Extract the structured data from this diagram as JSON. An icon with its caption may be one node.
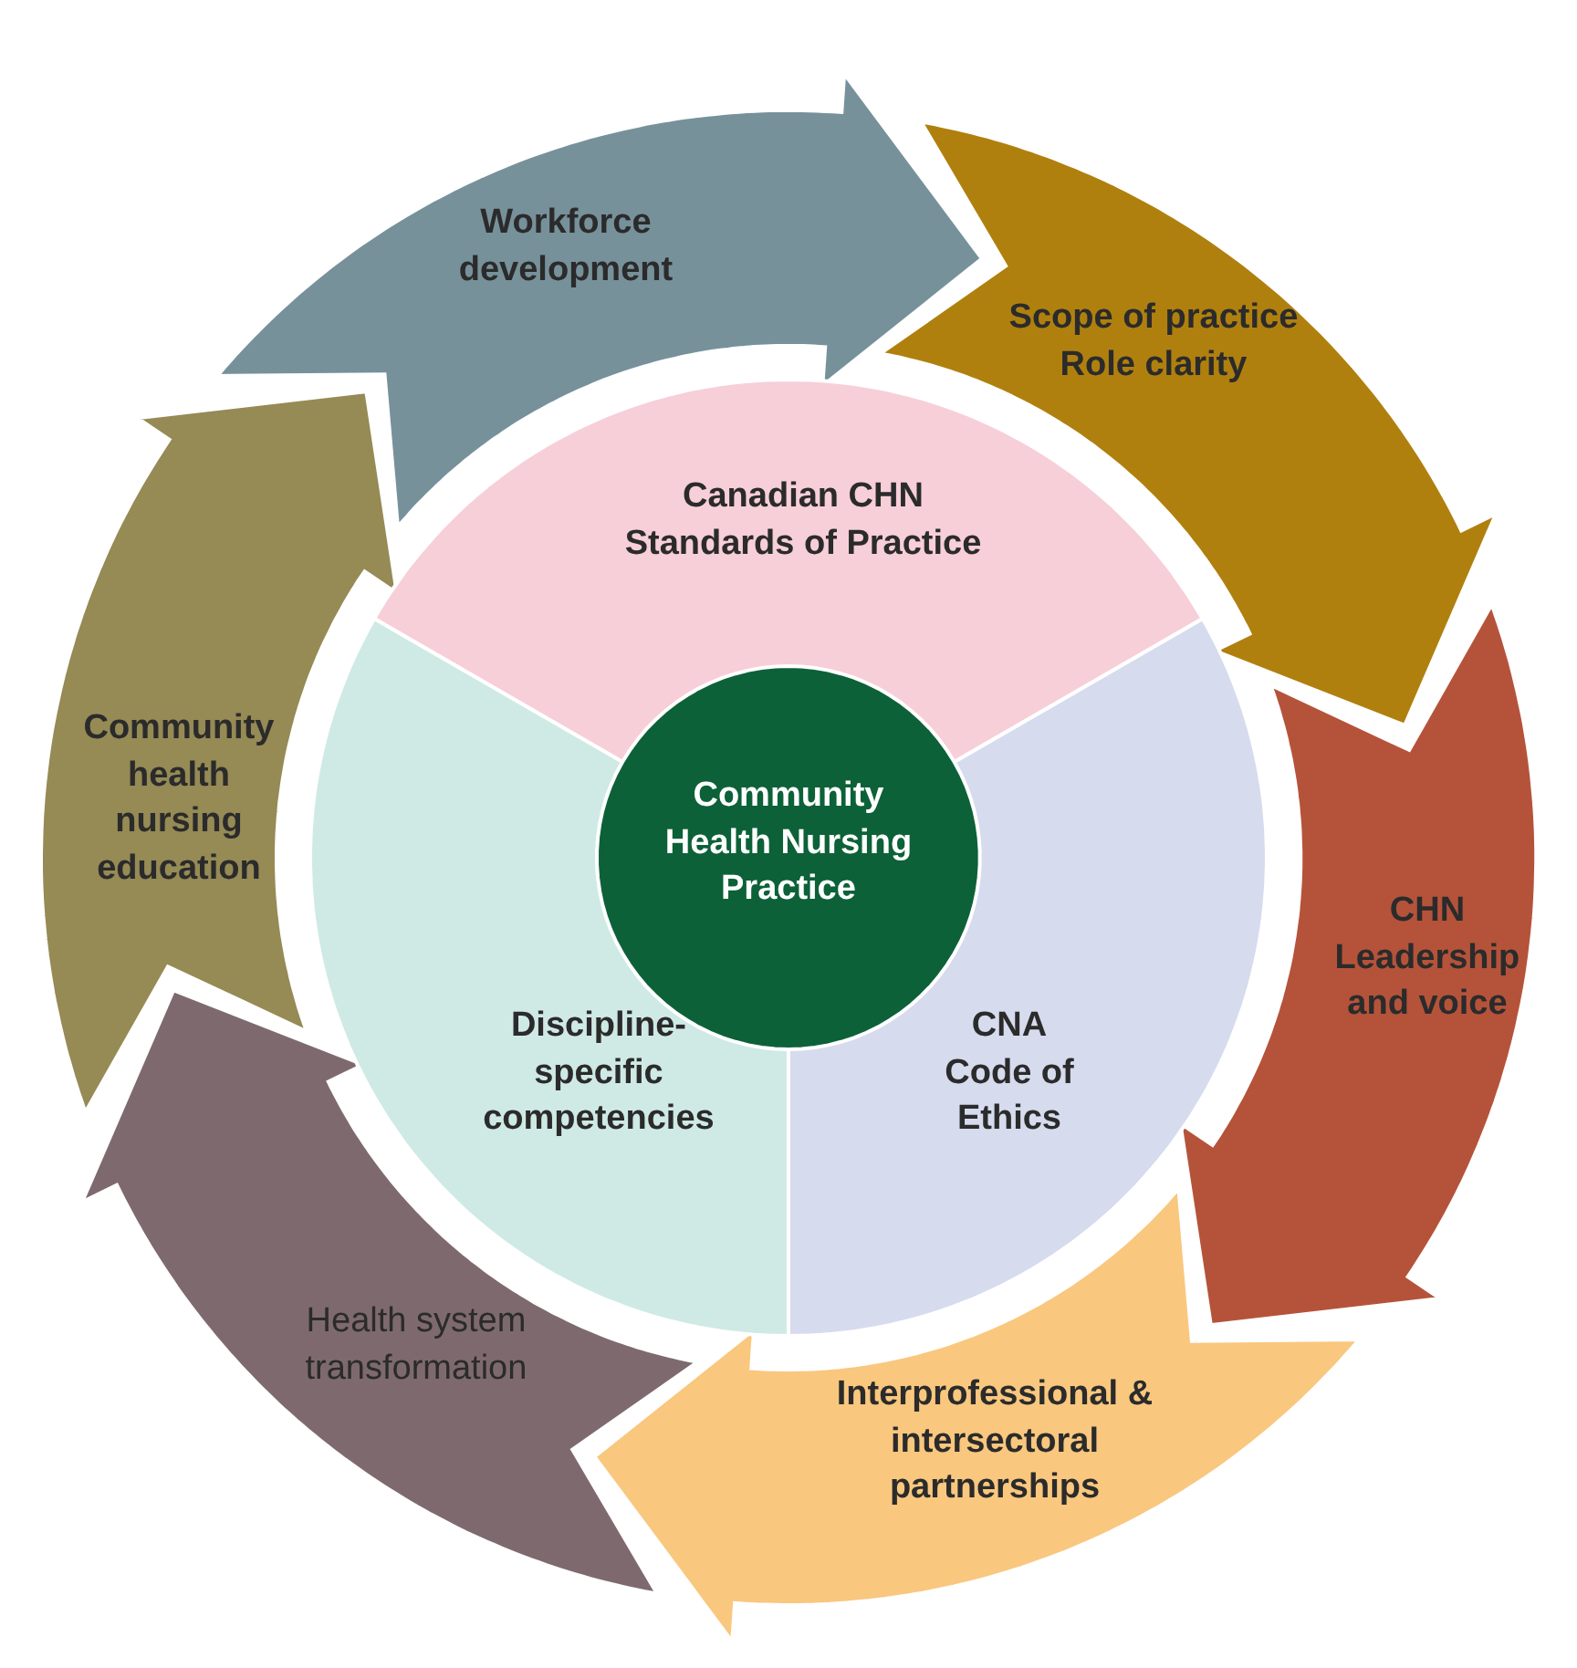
{
  "diagram": {
    "nodes": [
      {
        "text": [
          "Workforce development"
        ]
      },
      {
        "text": [
          "Scope of practice",
          "Role clarity"
        ]
      },
      {
        "text": [
          "CHN Leadership and voice"
        ]
      },
      {
        "text": [
          "Interprofessional & intersectoral partnerships"
        ]
      },
      {
        "text": [
          "Health system transformation"
        ]
      },
      {
        "text": [
          "Community health nursing education"
        ]
      },
      {
        "text": [
          "Canadian CHN Standards of Practice"
        ]
      },
      {
        "text": [
          "Discipline-specific competencies"
        ]
      },
      {
        "text": [
          "CNA Code of Ethics"
        ]
      },
      {
        "text": [
          "Community Health Nursing Practice"
        ]
      }
    ]
  }
}
